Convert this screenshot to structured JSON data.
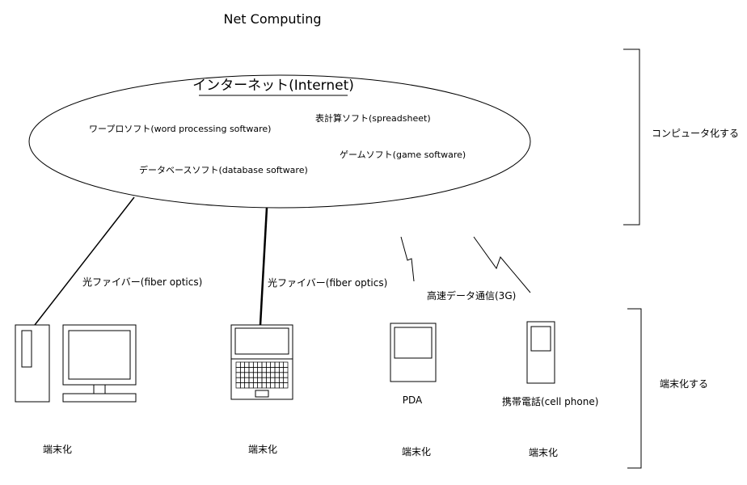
{
  "title": "Net Computing",
  "internet_label": "インターネット(Internet)",
  "software": {
    "word_processing": "ワープロソフト(word processing software)",
    "spreadsheet": "表計算ソフト(spreadsheet)",
    "game": "ゲームソフト(game software)",
    "database": "データベースソフト(database software)"
  },
  "connections": {
    "fiber_left": "光ファイバー(fiber optics)",
    "fiber_right": "光ファイバー(fiber optics)",
    "wireless": "高速データ通信(3G)"
  },
  "devices": {
    "pda": "PDA",
    "cell_phone": "携帯電話(cell phone)"
  },
  "terminal_labels": [
    "端末化",
    "端末化",
    "端末化",
    "端末化"
  ],
  "brackets": {
    "top": "コンピュータ化する",
    "bottom": "端末化する"
  }
}
